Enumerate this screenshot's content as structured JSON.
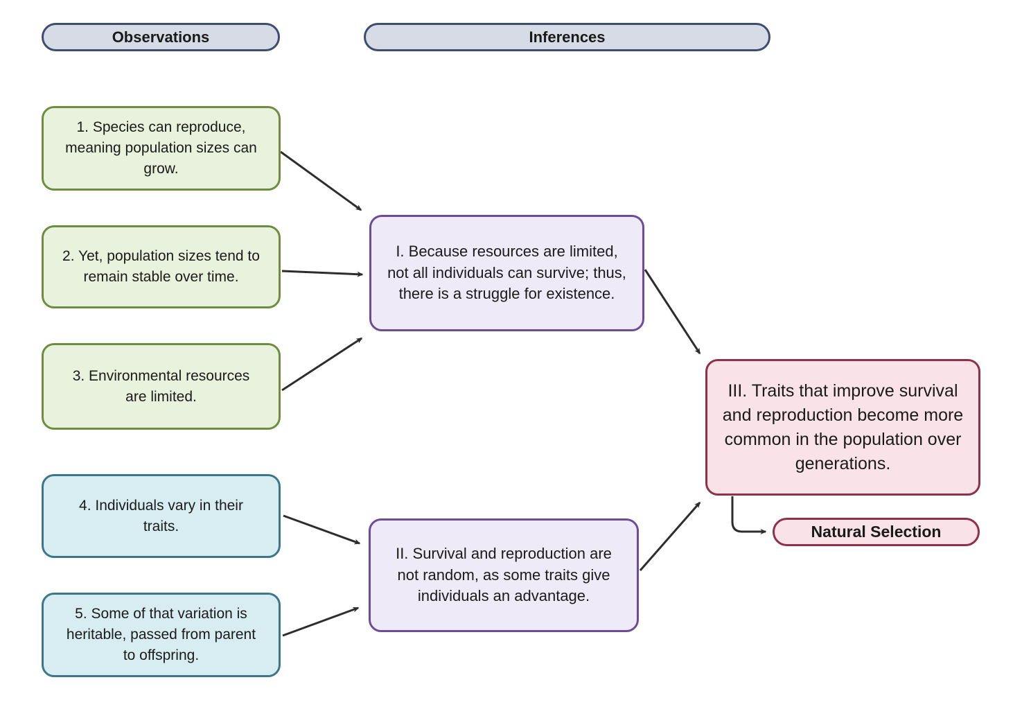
{
  "headers": {
    "observations": "Observations",
    "inferences": "Inferences"
  },
  "observations": [
    {
      "text": "1. Species can reproduce, meaning population sizes can grow."
    },
    {
      "text": "2. Yet, population sizes tend to remain stable over time."
    },
    {
      "text": "3. Environmental resources are limited."
    },
    {
      "text": "4. Individuals vary in their traits."
    },
    {
      "text": "5. Some of that variation is heritable, passed from parent to offspring."
    }
  ],
  "inferences": [
    {
      "text": "I. Because resources are limited, not all individuals can survive; thus, there is a struggle for existence."
    },
    {
      "text": "II. Survival and reproduction are not random, as some traits give individuals an advantage."
    },
    {
      "text": "III. Traits that improve survival and reproduction become more common in the population over generations."
    }
  ],
  "conclusion": {
    "label": "Natural Selection"
  },
  "colors": {
    "header_fill": "#d7dbe6",
    "header_border": "#3d4c6f",
    "observation_green_fill": "#e9f2dc",
    "observation_green_border": "#6d8d3f",
    "observation_blue_fill": "#d8edf2",
    "observation_blue_border": "#3d7689",
    "inference_fill": "#efeaf7",
    "inference_border": "#6e4b97",
    "outcome_fill": "#f9e2e8",
    "outcome_border": "#8e3049",
    "arrow": "#2d2d2d"
  }
}
